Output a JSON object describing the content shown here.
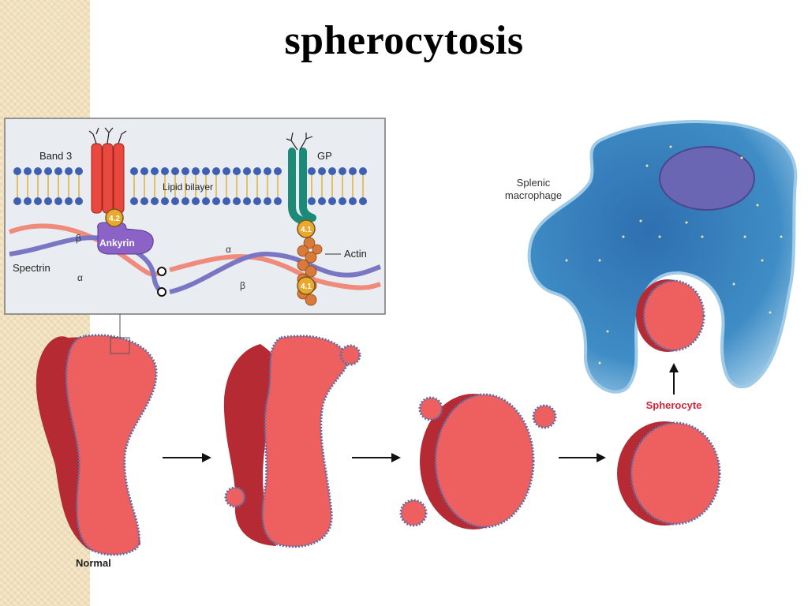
{
  "slide": {
    "title": "spherocytosis"
  },
  "membrane_inset": {
    "band3_label": "Band 3",
    "gp_label": "GP",
    "lipid_label": "Lipid bilayer",
    "protein_42": "4.2",
    "protein_41": "4.1",
    "ankyrin_label": "Ankyrin",
    "beta_symbol": "β",
    "alpha_symbol": "α",
    "spectrin_label": "Spectrin",
    "actin_label": "Actin"
  },
  "cells": {
    "normal_label": "Normal",
    "spherocyte_label": "Spherocyte",
    "macrophage_label_line1": "Splenic",
    "macrophage_label_line2": "macrophage"
  },
  "colors": {
    "rbc_face": "#ee6060",
    "rbc_side": "#b52a33",
    "membrane_dots": "#5b6fa6",
    "macrophage": "#3f8dc6",
    "nucleus": "#6a66b4",
    "spherocyte_label": "#d0253a"
  }
}
